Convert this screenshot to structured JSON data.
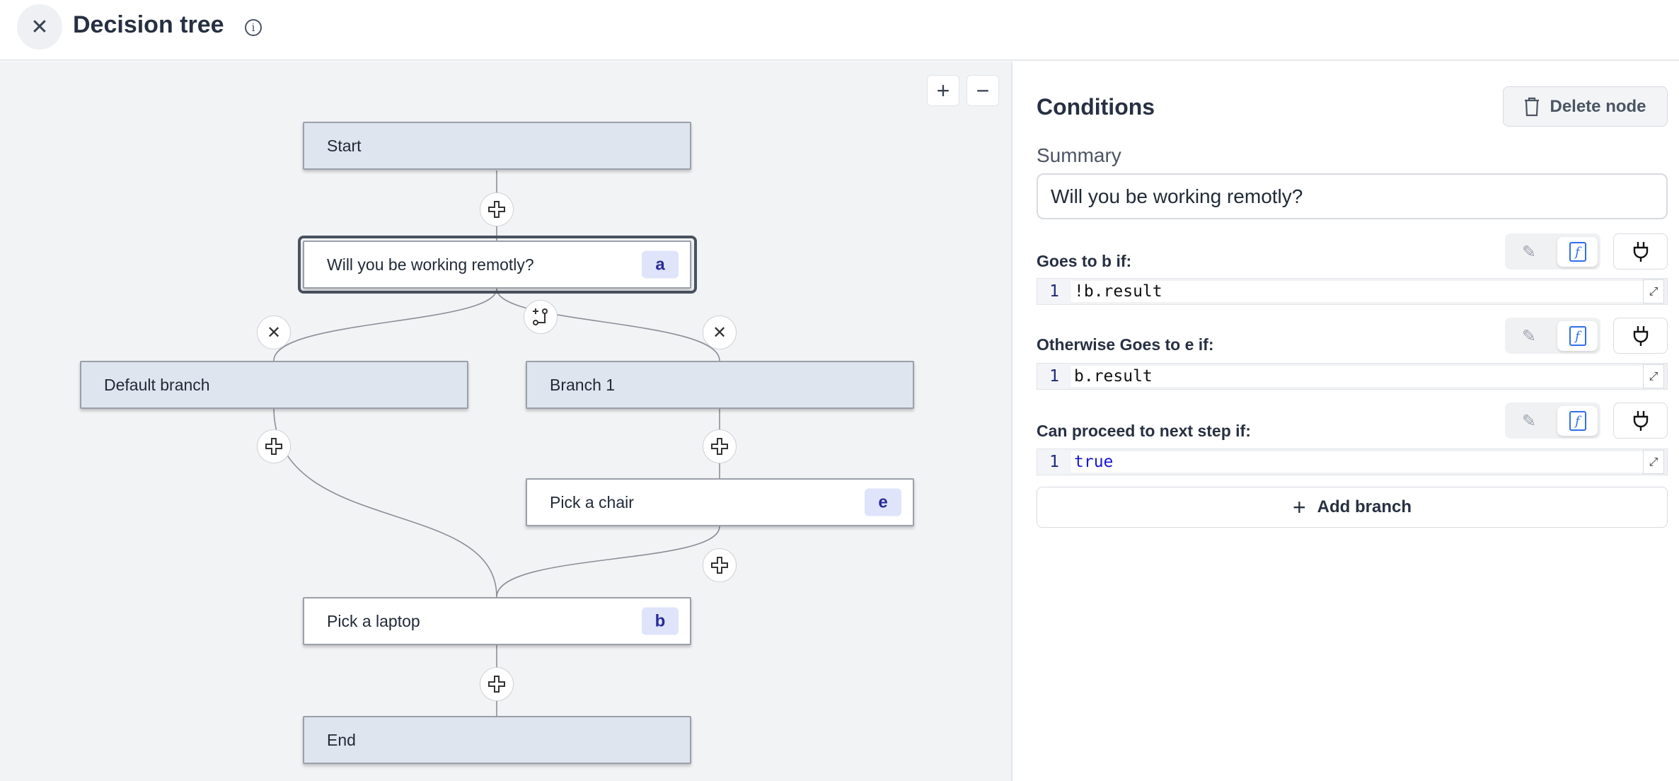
{
  "header": {
    "title": "Decision tree",
    "close_icon": "close-icon",
    "info_icon": "info-icon"
  },
  "canvas": {
    "zoom_in": "+",
    "zoom_out": "−",
    "nodes": {
      "start": {
        "label": "Start"
      },
      "question": {
        "label": "Will you be working remotly?",
        "badge": "a"
      },
      "default_branch": {
        "label": "Default branch"
      },
      "branch1": {
        "label": "Branch 1"
      },
      "chair": {
        "label": "Pick a chair",
        "badge": "e"
      },
      "laptop": {
        "label": "Pick a laptop",
        "badge": "b"
      },
      "end": {
        "label": "End"
      }
    }
  },
  "panel": {
    "title": "Conditions",
    "delete_label": "Delete node",
    "summary_label": "Summary",
    "summary_value": "Will you be working remotly?",
    "conditions": [
      {
        "label": "Goes to b if:",
        "line": "1",
        "code": "!b.result"
      },
      {
        "label": "Otherwise Goes to e if:",
        "line": "1",
        "code": "b.result"
      },
      {
        "label": "Can proceed to next step if:",
        "line": "1",
        "code": "true"
      }
    ],
    "add_branch_label": "Add branch",
    "colors": {
      "accent": "#2f6fed",
      "badge_bg": "#dfe4fb",
      "node_gray": "#dfe5ee"
    }
  }
}
